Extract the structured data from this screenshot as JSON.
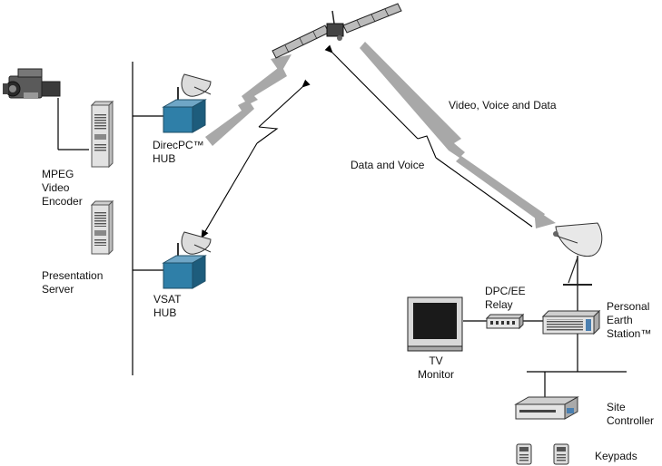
{
  "labels": {
    "mpeg_encoder": [
      "MPEG",
      "Video",
      "Encoder"
    ],
    "presentation_server": [
      "Presentation",
      "Server"
    ],
    "direcpc_hub": [
      "DirecPC™",
      "HUB"
    ],
    "vsat_hub": [
      "VSAT",
      "HUB"
    ],
    "video_voice_data": "Video, Voice and Data",
    "data_and_voice": "Data and Voice",
    "dpc_relay": [
      "DPC/EE",
      "Relay"
    ],
    "personal_earth_station": [
      "Personal",
      "Earth",
      "Station™"
    ],
    "tv_monitor": [
      "TV",
      "Monitor"
    ],
    "site_controller": [
      "Site",
      "Controller"
    ],
    "keypads": "Keypads"
  },
  "colors": {
    "line": "#000000",
    "broadband_arrow": "#a8a8a8",
    "server_body": "#e2e2e2",
    "hub_body": "#2f7fa8",
    "hub_side": "#1d5c7c",
    "station": "#4a7fb0"
  },
  "icons": {
    "satellite": "satellite-icon",
    "camera": "video-camera-icon",
    "server": "tower-server-icon",
    "hub": "satellite-hub-icon",
    "dish": "satellite-dish-icon",
    "tv": "tv-monitor-icon",
    "relay": "relay-box-icon",
    "earth_station": "earth-station-unit-icon",
    "controller": "site-controller-icon",
    "keypad": "keypad-icon"
  }
}
